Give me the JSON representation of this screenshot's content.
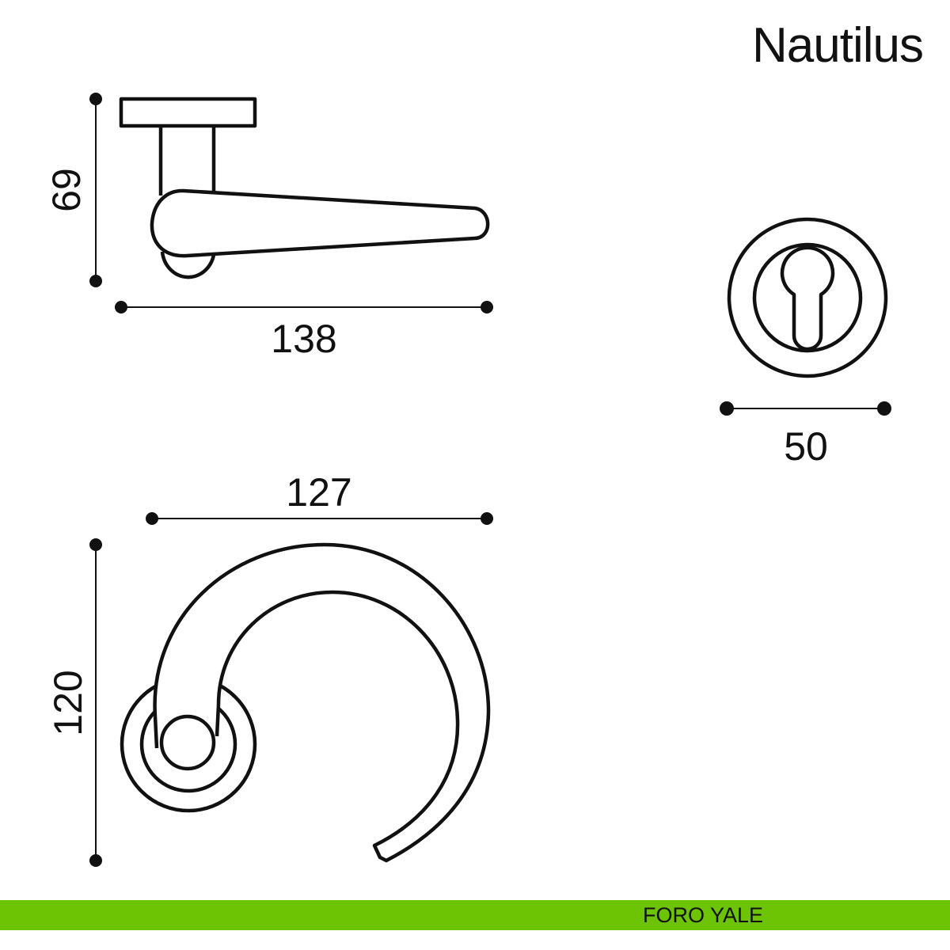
{
  "title": "Nautilus",
  "dimensions": {
    "side_height": "69",
    "side_length": "138",
    "rosette_diameter": "50",
    "top_length": "127",
    "top_height": "120"
  },
  "footer": {
    "label": "FORO YALE"
  },
  "colors": {
    "accent": "#6cc404",
    "line": "#111111"
  }
}
